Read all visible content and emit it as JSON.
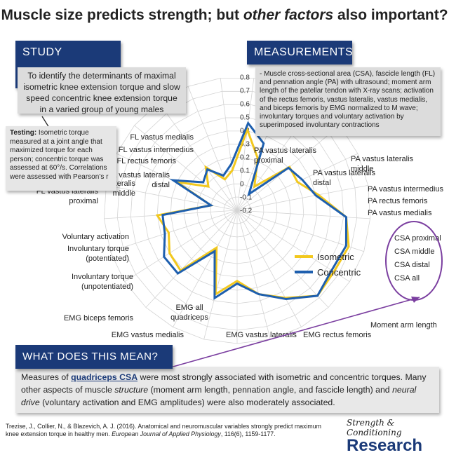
{
  "title": {
    "pre": "Muscle size predicts strength; but ",
    "italic": "other factors",
    "post": " also important?"
  },
  "objective": {
    "header": "STUDY OBJECTIVE",
    "text": "To identify the determinants of maximal isometric knee extension torque and slow speed concentric knee extension torque in a varied group of young males"
  },
  "testing": {
    "label": "Testing:",
    "text": " Isometric torque measured at a joint angle that maximized torque for each person; concentric torque was assessed at 60°/s. Correlations were assessed with Pearson’s r"
  },
  "measurements": {
    "header": "MEASUREMENTS",
    "text": "- Muscle cross-sectional area (CSA), fascicle length (FL) and pennation angle (PA) with ultrasound; moment arm length  of the patellar tendon with X-ray scans; activation of the rectus femoris, vastus lateralis, vastus medialis, and biceps femoris by EMG normalized to M wave; involuntary torques and voluntary activation by superimposed involuntary contractions"
  },
  "meaning": {
    "header": "WHAT DOES THIS MEAN?",
    "p1": "Measures of ",
    "highlight": "quadriceps CSA",
    "p2": " were most strongly associated with isometric and concentric torques. Many other aspects of muscle ",
    "i1": "structure",
    "p3": " (moment arm length, pennation angle, and fascicle length) and ",
    "i2": "neural drive",
    "p4": " (voluntary activation and EMG amplitudes) were also moderately associated."
  },
  "citation": {
    "pre": "Trezise, J., Collier, N., & Blazevich, A. J. (2016). Anatomical and neuromuscular variables strongly predict maximum knee extension torque in healthy men. ",
    "journal": "European Journal of Applied Physiology",
    "post": ", 116(6), 1159-1177."
  },
  "logo": {
    "top": "Strength & Conditioning",
    "bottom": "Research"
  },
  "colors": {
    "isometric": "#f2c81e",
    "concentric": "#1e5fae",
    "header_bg": "#1b3a78",
    "callout": "#7b3fa0"
  },
  "chart_data": {
    "type": "radar",
    "rmin": -0.2,
    "rmax": 0.8,
    "ticks": [
      "0.8",
      "0.7",
      "0.6",
      "0.5",
      "0.4",
      "0.3",
      "0.2",
      "0.1",
      "0",
      "-0.1",
      "-0.2"
    ],
    "categories": [
      "PA vastus lateralis proximal",
      "PA vastus lateralis middle",
      "PA vastus lateralis distal",
      "PA vastus intermedius",
      "PA rectus femoris",
      "PA vastus medialis",
      "CSA proximal",
      "CSA middle",
      "CSA distal",
      "CSA all",
      "Moment arm length",
      "EMG rectus femoris",
      "EMG vastus lateralis",
      "EMG vastus medialis",
      "EMG all quadriceps",
      "EMG biceps femoris",
      "Involuntary torque (unpotentiated)",
      "Involuntary torque (potentiated)",
      "Voluntary activation",
      "FL vastus lateralis proximal",
      "FL vastus lateralis middle",
      "FL vastus lateralis distal",
      "FL rectus femoris",
      "FL vastus intermedius",
      "FL vastus medialis"
    ],
    "series": [
      {
        "name": "Isometric",
        "values": [
          0.41,
          0.22,
          0.02,
          0.31,
          0.3,
          0.42,
          0.62,
          0.68,
          0.66,
          0.68,
          0.55,
          0.45,
          0.33,
          0.45,
          0.12,
          0.42,
          0.4,
          0.34,
          0.4,
          0.0,
          0.3,
          0.08,
          0.2,
          0.05,
          0.1
        ]
      },
      {
        "name": "Concentric",
        "values": [
          0.46,
          0.34,
          -0.05,
          0.3,
          0.34,
          0.4,
          0.62,
          0.66,
          0.64,
          0.68,
          0.56,
          0.45,
          0.35,
          0.48,
          0.15,
          0.45,
          0.45,
          0.37,
          0.36,
          0.0,
          0.33,
          0.13,
          0.18,
          0.08,
          0.15
        ]
      }
    ]
  }
}
